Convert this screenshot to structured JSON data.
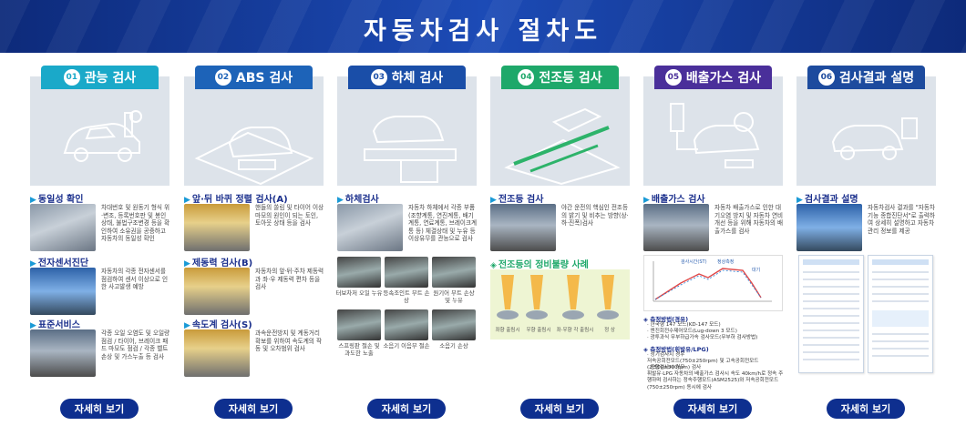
{
  "page_title": "자동차검사 절차도",
  "more_label": "자세히 보기",
  "colors": {
    "brand": "#0e2f8f",
    "tab1": "#1aa9c9",
    "tab2": "#1d63b8",
    "tab3": "#1a4ea8",
    "tab4": "#1ea86a",
    "tab5": "#4a2f9a",
    "tab6": "#1d4b9e"
  },
  "steps": [
    {
      "num": "01",
      "title": "관능 검사",
      "sections": [
        {
          "title": "동일성 확인",
          "text": "차대번호 및 원동기 형식 위·변조, 등록번호판 및 봉인상태, 불법구조변경 등을 확인하여 소유권을 공증하고 자동차의 동일성 확인"
        },
        {
          "title": "전자센서진단",
          "text": "자동차의 각종 전자센서를 점검하여 센서 이상으로 인한 사고발생 예방"
        },
        {
          "title": "표준서비스",
          "text": "각종 오일 오염도 및 오일량 점검 / 타이어, 브레이크 패드 마모도 점검 / 각종 벨트 손상 및 가스누출 등 검사"
        }
      ]
    },
    {
      "num": "02",
      "title": "ABS 검사",
      "sections": [
        {
          "title": "앞·뒤 바퀴 정렬 검사(A)",
          "text": "핸들의 쏠림 및 타이어 이상 마모의 원인이 되는 토인, 토아웃 상태 등을 검사"
        },
        {
          "title": "제동력 검사(B)",
          "text": "자동차의 앞·뒤·주차 제동력과 좌·우 제동력 편차 등을 검사"
        },
        {
          "title": "속도계 검사(S)",
          "text": "과속운전방지 및 계동거리 확보를 위하여 속도계의 작동 및 오차범위 검사"
        }
      ]
    },
    {
      "num": "03",
      "title": "하체 검사",
      "sections": [
        {
          "title": "하체검사",
          "text": "자동차 하체에서 각종 부품(조향계통, 연진계통, 배기계통, 연료계통, 브레이크계통 등) 체결상태 및 누유 등 이상유무를 관능으로 검사"
        }
      ],
      "defects": [
        "터보차저 오일 누유",
        "등속조인트 부트 손상",
        "원기어 부트 손상 및 누유",
        "스프링판 절손 및 과도한 노출",
        "소음기 이음부 절손",
        "소음기 손상"
      ]
    },
    {
      "num": "04",
      "title": "전조등 검사",
      "sections": [
        {
          "title": "전조등 검사",
          "text": "야간 운전의 핵심인 전조등의 밝기 및 비추는 방향(상·하·진폭)검사"
        }
      ],
      "case_title": "전조등의 정비불량 사례",
      "lamp_cases": [
        "좌향 출림시",
        "우향 출림시",
        "좌·우향 각 출림시",
        "정 상"
      ]
    },
    {
      "num": "05",
      "title": "배출가스 검사",
      "sections": [
        {
          "title": "배출가스 검사",
          "text": "자동차 배출가스로 인한 대기오염 방지 및 자동차 연비 개선 등을 위해 자동차의 배출가스를 검사"
        }
      ],
      "graph_labels": [
        "검사시간(ST)",
        "정상측정",
        "대기"
      ],
      "method1_title": "측정방법(경유)",
      "method1_items": [
        "· 한국형 147 모드(KD-147 모드)",
        "· 엔진회전수제어모드(Lug-down 3 모드)",
        "· 광투과식 무부하급가속 검사모드(무부하 검사방법)"
      ],
      "method2_title": "측정방법(휘발유/LPG)",
      "method2_items": [
        "· 정기검사시 경우",
        "  저속공회전모드(750±250rpm) 및 고속공회전모드(2,500±300rpm) 검사",
        "· 종합검사시 경우",
        "  휘발유·LPG 자동차의 배출가스 검사시 속도 40km/h로 정속 주행하며 검사하는 정속주행모드(ASM2525)와 저속공회전모드(750±250rpm) 동시에 검사"
      ]
    },
    {
      "num": "06",
      "title": "검사결과 설명",
      "sections": [
        {
          "title": "검사결과 설명",
          "text": "자동차검사 결과를 \"자동차기능 종합진단서\"로 출력하여 상세히 설명하고 자동차관리 정보를 제공"
        }
      ]
    }
  ]
}
